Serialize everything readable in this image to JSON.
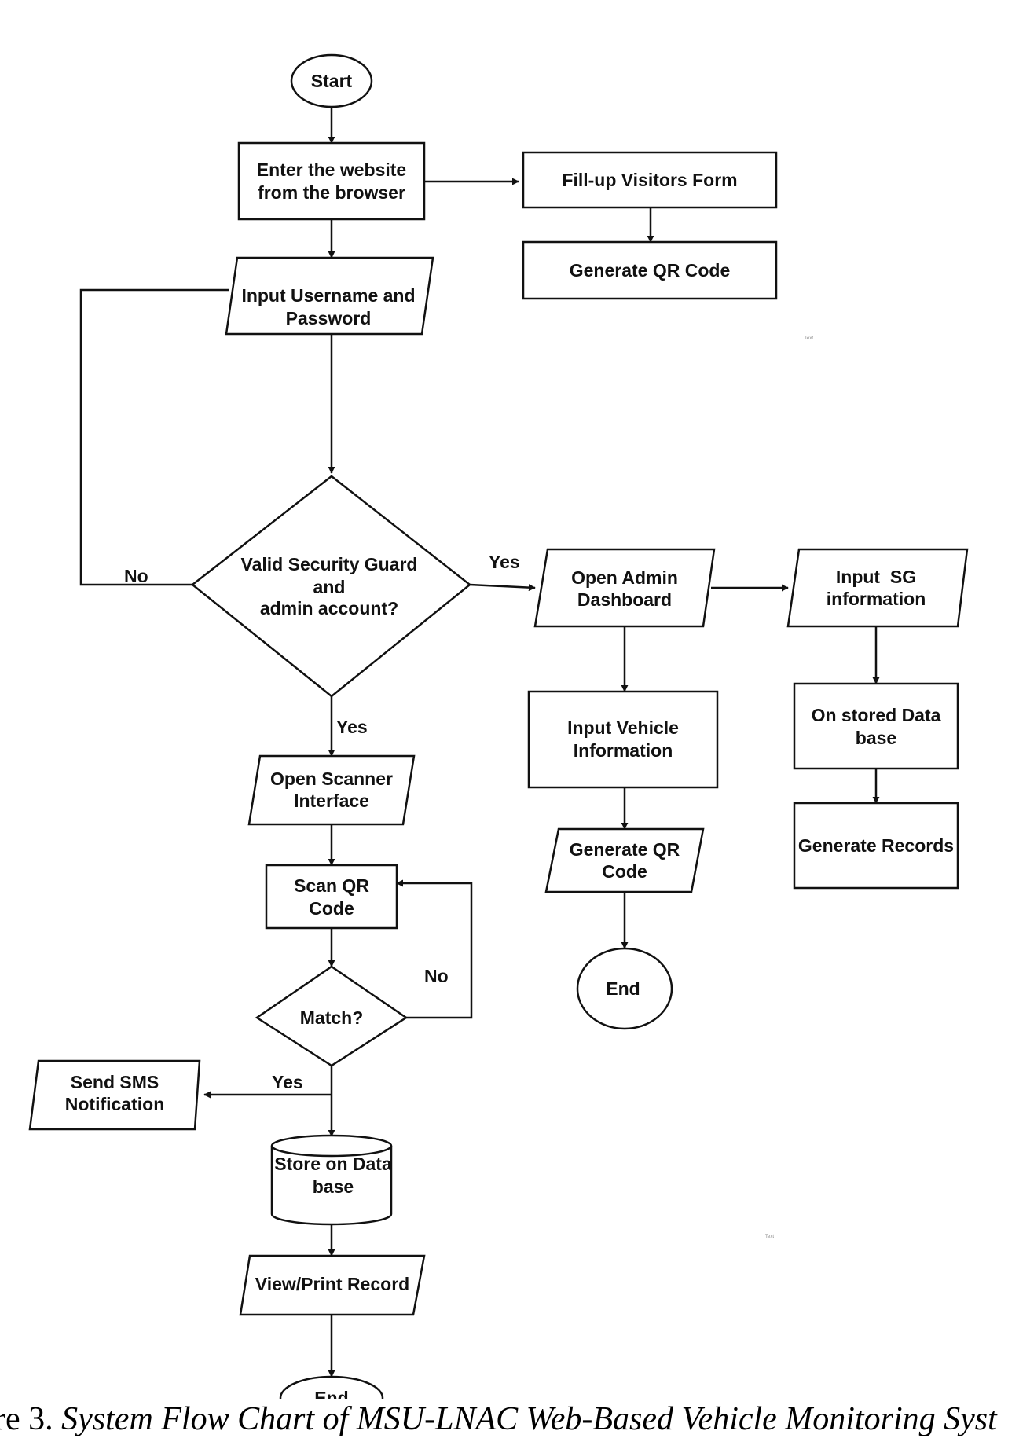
{
  "nodes": {
    "start": "Start",
    "enter_website": [
      "Enter the website",
      "from the browser"
    ],
    "visitors_form": "Fill-up Visitors Form",
    "generate_qr_visitor": "Generate QR Code",
    "input_credentials": [
      "Input Username and",
      "Password"
    ],
    "valid_check": [
      "Valid Security Guard",
      "and",
      "admin account?"
    ],
    "open_admin": [
      "Open Admin",
      "Dashboard"
    ],
    "input_sg": [
      "Input  SG",
      "information"
    ],
    "stored_db": [
      "On stored Data",
      "base"
    ],
    "generate_records": "Generate Records",
    "input_vehicle": [
      "Input Vehicle",
      "Information"
    ],
    "generate_qr_admin": [
      "Generate QR",
      "Code"
    ],
    "end_admin": "End",
    "open_scanner": [
      "Open Scanner",
      "Interface"
    ],
    "scan_qr": [
      "Scan QR",
      "Code"
    ],
    "match": "Match?",
    "send_sms": [
      "Send SMS",
      "Notification"
    ],
    "store_db": [
      "Store on Data",
      "base"
    ],
    "view_print": "View/Print Record",
    "end_main": "End"
  },
  "edge_labels": {
    "invalid": "No",
    "valid_admin": "Yes",
    "valid_guard": "Yes",
    "no_match": "No",
    "match_yes": "Yes"
  },
  "stray_marks": [
    "Text",
    "Text"
  ],
  "caption": {
    "number": "ure 3. ",
    "title": "System Flow Chart of MSU-LNAC Web-Based Vehicle Monitoring Syst"
  }
}
